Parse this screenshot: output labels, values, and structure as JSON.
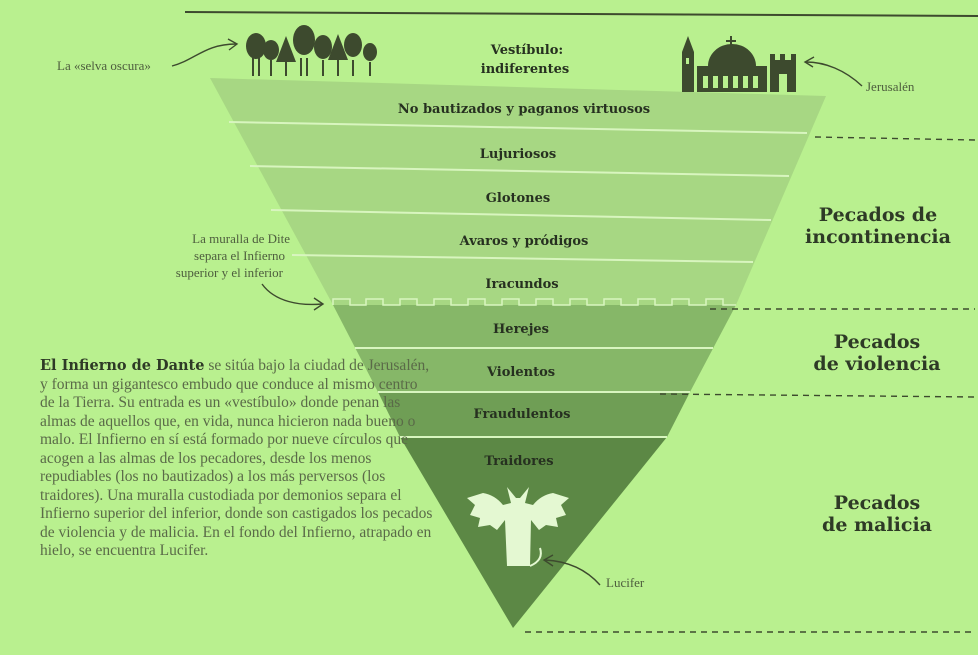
{
  "vestibule": {
    "line1": "Vestíbulo:",
    "line2": "indiferentes"
  },
  "rings": [
    "No bautizados y paganos virtuosos",
    "Lujuriosos",
    "Glotones",
    "Avaros y pródigos",
    "Iracundos",
    "Herejes",
    "Violentos",
    "Fraudulentos",
    "Traidores"
  ],
  "annotations": {
    "selva": "La «selva oscura»",
    "jerusalen": "Jerusalén",
    "muralla": [
      "La muralla de Dite",
      "separa el Infierno",
      "superior y el inferior"
    ],
    "lucifer": "Lucifer"
  },
  "groups": {
    "incontinencia": [
      "Pecados de",
      "incontinencia"
    ],
    "violencia": [
      "Pecados",
      "de violencia"
    ],
    "malicia": [
      "Pecados",
      "de malicia"
    ]
  },
  "description": {
    "lead": "El Infierno de Dante",
    "body": " se sitúa bajo la ciudad de Jerusalén, y forma un gigantesco embudo que conduce al mismo centro de la Tierra. Su entrada es un «vestíbulo» donde penan las almas de aquellos que, en vida, nunca hicieron nada bueno o malo. El Infierno en sí está formado por nueve círculos que acogen a las almas de los pecadores, desde los menos repudiables (los no bautizados) a los más perversos (los traidores). Una muralla custodiada por demonios separa el Infierno superior del inferior, donde son castigados los pecados de violencia y de malicia. En el fondo del Infierno, atrapado en hielo, se encuentra Lucifer."
  },
  "colors": {
    "background": "#b9f08f",
    "upper": "#a7d783",
    "violence": "#86b768",
    "malice_upper": "#6f9e55",
    "malice_lower": "#5c8845",
    "separator": "#d8f5bf"
  }
}
